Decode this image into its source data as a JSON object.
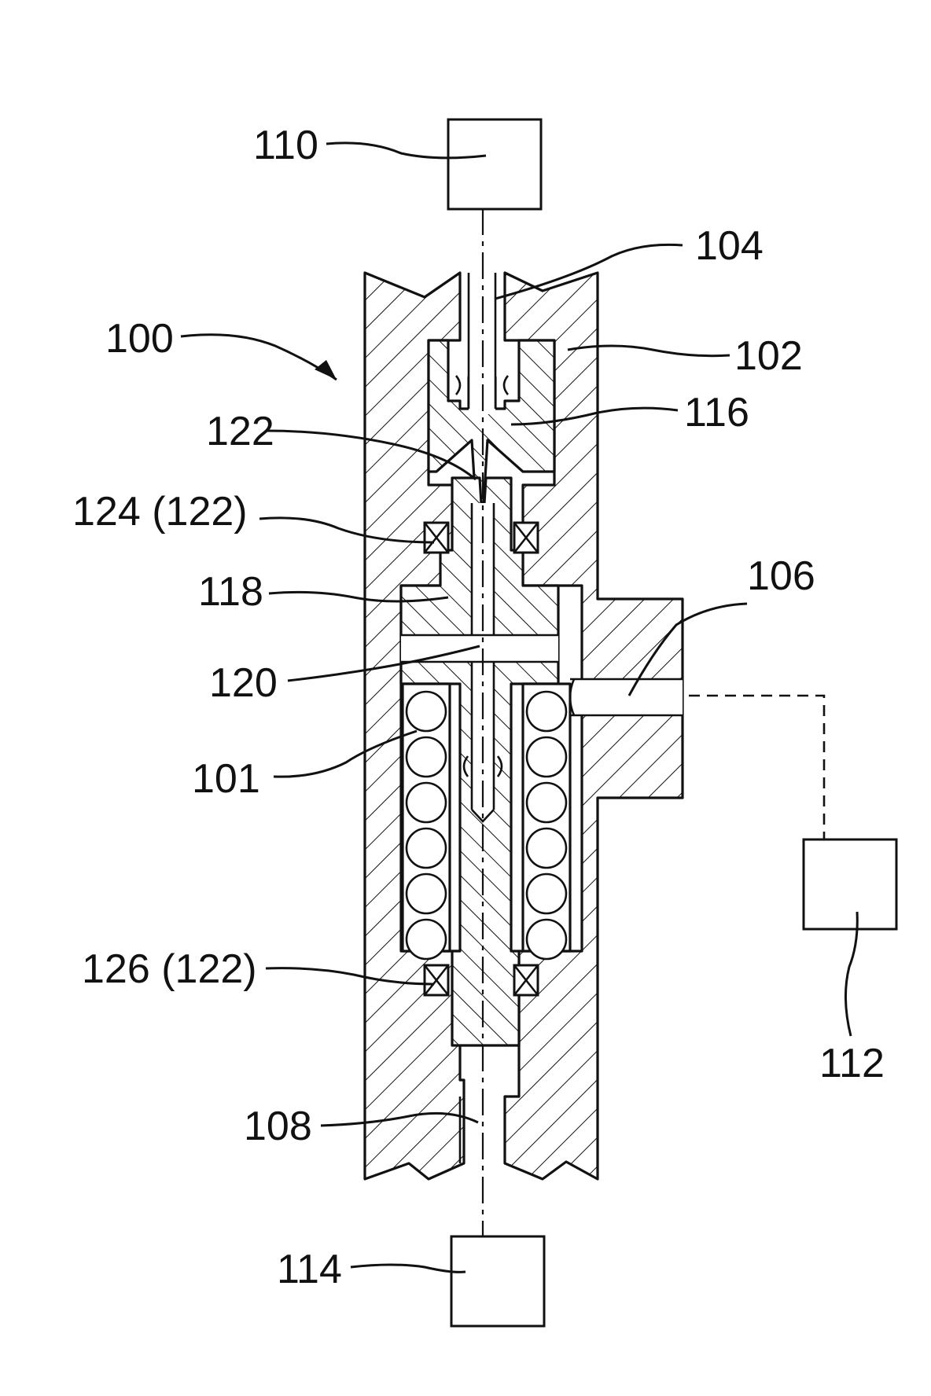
{
  "figure": {
    "colors": {
      "line": "#111111",
      "background": "#ffffff"
    },
    "labels": {
      "apparatus": "100",
      "coil": "101",
      "housing": "102",
      "inlet_port": "104",
      "side_port": "106",
      "outlet_port": "108",
      "upper_device": "110",
      "side_device": "112",
      "lower_device": "114",
      "seat": "116",
      "armature": "118",
      "passage": "120",
      "valve_tip": "122",
      "upper_bearing": "124 (122)",
      "lower_bearing": "126 (122)"
    }
  }
}
